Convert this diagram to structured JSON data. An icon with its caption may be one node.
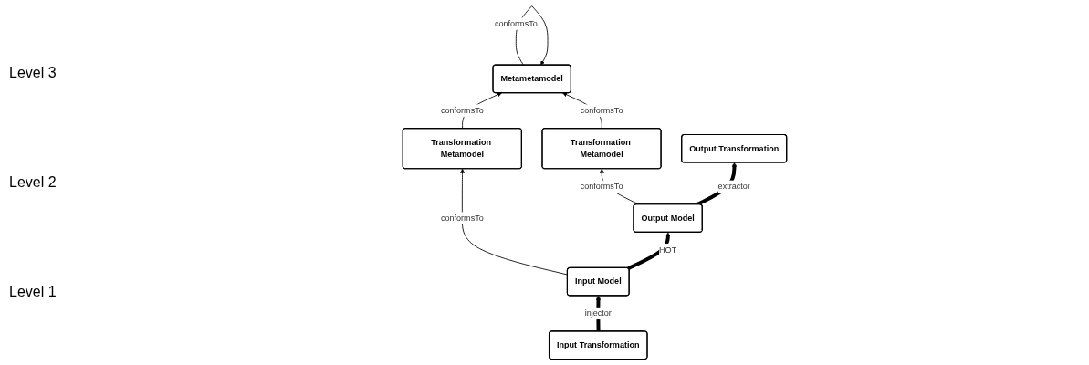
{
  "diagram": {
    "nodes": [
      {
        "text": [
          "Metametamodel"
        ]
      },
      {
        "text": [
          "Transformation Metamodel"
        ]
      },
      {
        "text": [
          "Transformation Metamodel"
        ]
      },
      {
        "text": [
          "Input Transformation"
        ]
      },
      {
        "text": [
          "Input Model"
        ]
      },
      {
        "text": [
          "Output Model"
        ]
      },
      {
        "text": [
          "Output Transformation"
        ]
      }
    ],
    "edges": [
      {
        "from": 0,
        "to": 0,
        "arrow": "to",
        "label": "conformsTo"
      },
      {
        "from": 1,
        "to": 0,
        "arrow": "to",
        "label": "conformsTo"
      },
      {
        "from": 2,
        "to": 0,
        "arrow": "to",
        "label": "conformsTo"
      },
      {
        "from": 4,
        "to": 1,
        "arrow": "to",
        "label": "conformsTo"
      },
      {
        "from": 5,
        "to": 2,
        "arrow": "to",
        "label": "conformsTo"
      },
      {
        "from": 3,
        "to": 4,
        "arrow": "to",
        "label": "injector",
        "style": "thick"
      },
      {
        "from": 4,
        "to": 5,
        "arrow": "to",
        "label": "HOT",
        "style": "thick"
      },
      {
        "from": 5,
        "to": 6,
        "arrow": "to",
        "label": "extractor",
        "style": "thick"
      }
    ],
    "labels": [
      "Level 3",
      "Level 2",
      "Level 1"
    ]
  }
}
